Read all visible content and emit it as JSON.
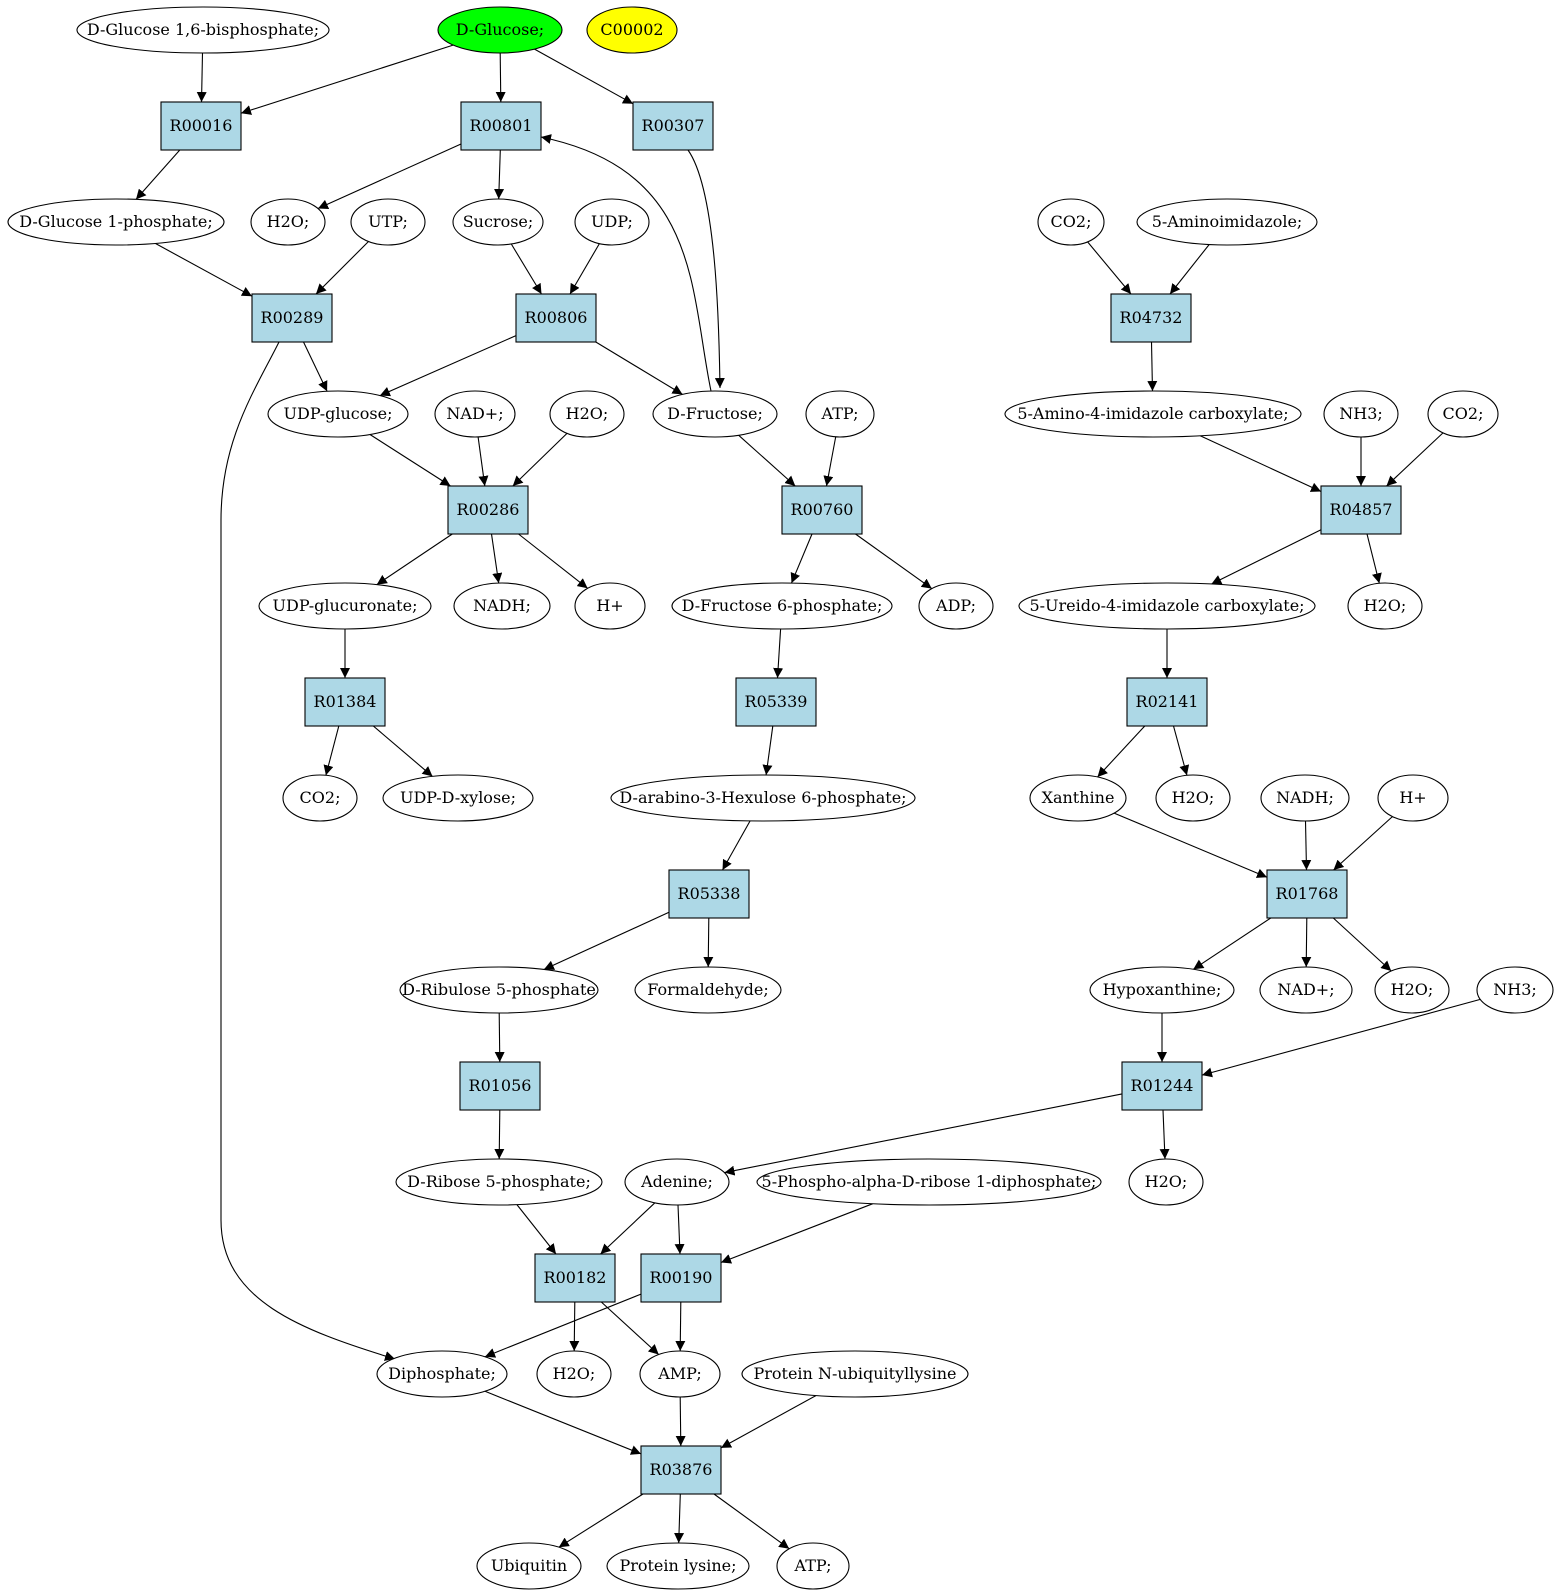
{
  "colors": {
    "reaction": "#add8e6",
    "compound": "#ffffff",
    "start": "#00ff00",
    "highlight": "#ffff00",
    "stroke": "#000000"
  },
  "nodes": {
    "c_g16bp": {
      "label": "D-Glucose 1,6-bisphosphate;",
      "kind": "compound"
    },
    "c_glucose": {
      "label": "D-Glucose;",
      "kind": "start"
    },
    "c_c00002": {
      "label": "C00002",
      "kind": "highlight"
    },
    "r00016": {
      "label": "R00016",
      "kind": "reaction"
    },
    "r00801": {
      "label": "R00801",
      "kind": "reaction"
    },
    "r00307": {
      "label": "R00307",
      "kind": "reaction"
    },
    "c_g1p": {
      "label": "D-Glucose 1-phosphate;",
      "kind": "compound"
    },
    "c_h2o_a": {
      "label": "H2O;",
      "kind": "compound"
    },
    "c_utp": {
      "label": "UTP;",
      "kind": "compound"
    },
    "c_sucrose": {
      "label": "Sucrose;",
      "kind": "compound"
    },
    "c_udp": {
      "label": "UDP;",
      "kind": "compound"
    },
    "c_co2_a": {
      "label": "CO2;",
      "kind": "compound"
    },
    "c_aminoimid": {
      "label": "5-Aminoimidazole;",
      "kind": "compound"
    },
    "r00289": {
      "label": "R00289",
      "kind": "reaction"
    },
    "r00806": {
      "label": "R00806",
      "kind": "reaction"
    },
    "r04732": {
      "label": "R04732",
      "kind": "reaction"
    },
    "c_udpglc": {
      "label": "UDP-glucose;",
      "kind": "compound"
    },
    "c_nadp_a": {
      "label": "NAD+;",
      "kind": "compound"
    },
    "c_h2o_b": {
      "label": "H2O;",
      "kind": "compound"
    },
    "c_fructose": {
      "label": "D-Fructose;",
      "kind": "compound"
    },
    "c_atp_a": {
      "label": "ATP;",
      "kind": "compound"
    },
    "c_aica": {
      "label": "5-Amino-4-imidazole carboxylate;",
      "kind": "compound"
    },
    "c_nh3_a": {
      "label": "NH3;",
      "kind": "compound"
    },
    "c_co2_b": {
      "label": "CO2;",
      "kind": "compound"
    },
    "r00286": {
      "label": "R00286",
      "kind": "reaction"
    },
    "r00760": {
      "label": "R00760",
      "kind": "reaction"
    },
    "r04857": {
      "label": "R04857",
      "kind": "reaction"
    },
    "c_udpglcur": {
      "label": "UDP-glucuronate;",
      "kind": "compound"
    },
    "c_nadh_a": {
      "label": "NADH;",
      "kind": "compound"
    },
    "c_hplus_a": {
      "label": "H+",
      "kind": "compound"
    },
    "c_f6p": {
      "label": "D-Fructose 6-phosphate;",
      "kind": "compound"
    },
    "c_adp": {
      "label": "ADP;",
      "kind": "compound"
    },
    "c_uica": {
      "label": "5-Ureido-4-imidazole carboxylate;",
      "kind": "compound"
    },
    "c_h2o_c": {
      "label": "H2O;",
      "kind": "compound"
    },
    "r01384": {
      "label": "R01384",
      "kind": "reaction"
    },
    "r05339": {
      "label": "R05339",
      "kind": "reaction"
    },
    "r02141": {
      "label": "R02141",
      "kind": "reaction"
    },
    "c_co2_c": {
      "label": "CO2;",
      "kind": "compound"
    },
    "c_udpxyl": {
      "label": "UDP-D-xylose;",
      "kind": "compound"
    },
    "c_ah6p": {
      "label": "D-arabino-3-Hexulose 6-phosphate;",
      "kind": "compound"
    },
    "c_xanthine": {
      "label": "Xanthine",
      "kind": "compound"
    },
    "c_h2o_d": {
      "label": "H2O;",
      "kind": "compound"
    },
    "c_nadh_b": {
      "label": "NADH;",
      "kind": "compound"
    },
    "c_hplus_b": {
      "label": "H+",
      "kind": "compound"
    },
    "r05338": {
      "label": "R05338",
      "kind": "reaction"
    },
    "r01768": {
      "label": "R01768",
      "kind": "reaction"
    },
    "c_ru5p": {
      "label": "D-Ribulose 5-phosphate",
      "kind": "compound"
    },
    "c_formald": {
      "label": "Formaldehyde;",
      "kind": "compound"
    },
    "c_hypox": {
      "label": "Hypoxanthine;",
      "kind": "compound"
    },
    "c_nadp_b": {
      "label": "NAD+;",
      "kind": "compound"
    },
    "c_h2o_e": {
      "label": "H2O;",
      "kind": "compound"
    },
    "c_nh3_b": {
      "label": "NH3;",
      "kind": "compound"
    },
    "r01056": {
      "label": "R01056",
      "kind": "reaction"
    },
    "r01244": {
      "label": "R01244",
      "kind": "reaction"
    },
    "c_r5p": {
      "label": "D-Ribose 5-phosphate;",
      "kind": "compound"
    },
    "c_adenine": {
      "label": "Adenine;",
      "kind": "compound"
    },
    "c_prpp": {
      "label": "5-Phospho-alpha-D-ribose 1-diphosphate;",
      "kind": "compound"
    },
    "c_h2o_f": {
      "label": "H2O;",
      "kind": "compound"
    },
    "r00182": {
      "label": "R00182",
      "kind": "reaction"
    },
    "r00190": {
      "label": "R00190",
      "kind": "reaction"
    },
    "c_diphos": {
      "label": "Diphosphate;",
      "kind": "compound"
    },
    "c_h2o_g": {
      "label": "H2O;",
      "kind": "compound"
    },
    "c_amp": {
      "label": "AMP;",
      "kind": "compound"
    },
    "c_protub": {
      "label": "Protein N-ubiquityllysine",
      "kind": "compound"
    },
    "r03876": {
      "label": "R03876",
      "kind": "reaction"
    },
    "c_ubiquitin": {
      "label": "Ubiquitin",
      "kind": "compound"
    },
    "c_protlys": {
      "label": "Protein lysine;",
      "kind": "compound"
    },
    "c_atp_b": {
      "label": "ATP;",
      "kind": "compound"
    }
  },
  "edges": [
    [
      "c_g16bp",
      "r00016"
    ],
    [
      "c_glucose",
      "r00016"
    ],
    [
      "c_glucose",
      "r00801"
    ],
    [
      "c_glucose",
      "r00307"
    ],
    [
      "r00016",
      "c_g1p"
    ],
    [
      "r00801",
      "c_h2o_a"
    ],
    [
      "r00801",
      "c_sucrose"
    ],
    [
      "c_g1p",
      "r00289"
    ],
    [
      "c_utp",
      "r00289"
    ],
    [
      "c_sucrose",
      "r00806"
    ],
    [
      "c_udp",
      "r00806"
    ],
    [
      "c_co2_a",
      "r04732"
    ],
    [
      "c_aminoimid",
      "r04732"
    ],
    [
      "r00289",
      "c_udpglc"
    ],
    [
      "r00806",
      "c_udpglc"
    ],
    [
      "r00806",
      "c_fructose"
    ],
    [
      "r00307",
      "c_fructose"
    ],
    [
      "c_fructose",
      "r00801"
    ],
    [
      "r04732",
      "c_aica"
    ],
    [
      "r00289",
      "c_diphos"
    ],
    [
      "c_udpglc",
      "r00286"
    ],
    [
      "c_nadp_a",
      "r00286"
    ],
    [
      "c_h2o_b",
      "r00286"
    ],
    [
      "c_fructose",
      "r00760"
    ],
    [
      "c_atp_a",
      "r00760"
    ],
    [
      "c_aica",
      "r04857"
    ],
    [
      "c_nh3_a",
      "r04857"
    ],
    [
      "c_co2_b",
      "r04857"
    ],
    [
      "r00286",
      "c_udpglcur"
    ],
    [
      "r00286",
      "c_nadh_a"
    ],
    [
      "r00286",
      "c_hplus_a"
    ],
    [
      "r00760",
      "c_f6p"
    ],
    [
      "r00760",
      "c_adp"
    ],
    [
      "r04857",
      "c_uica"
    ],
    [
      "r04857",
      "c_h2o_c"
    ],
    [
      "c_udpglcur",
      "r01384"
    ],
    [
      "c_f6p",
      "r05339"
    ],
    [
      "c_uica",
      "r02141"
    ],
    [
      "r01384",
      "c_co2_c"
    ],
    [
      "r01384",
      "c_udpxyl"
    ],
    [
      "r05339",
      "c_ah6p"
    ],
    [
      "r02141",
      "c_xanthine"
    ],
    [
      "r02141",
      "c_h2o_d"
    ],
    [
      "c_ah6p",
      "r05338"
    ],
    [
      "c_xanthine",
      "r01768"
    ],
    [
      "c_nadh_b",
      "r01768"
    ],
    [
      "c_hplus_b",
      "r01768"
    ],
    [
      "r05338",
      "c_ru5p"
    ],
    [
      "r05338",
      "c_formald"
    ],
    [
      "r01768",
      "c_hypox"
    ],
    [
      "r01768",
      "c_nadp_b"
    ],
    [
      "r01768",
      "c_h2o_e"
    ],
    [
      "c_ru5p",
      "r01056"
    ],
    [
      "c_hypox",
      "r01244"
    ],
    [
      "c_nh3_b",
      "r01244"
    ],
    [
      "r01056",
      "c_r5p"
    ],
    [
      "r01244",
      "c_adenine"
    ],
    [
      "r01244",
      "c_h2o_f"
    ],
    [
      "c_r5p",
      "r00182"
    ],
    [
      "c_adenine",
      "r00182"
    ],
    [
      "c_adenine",
      "r00190"
    ],
    [
      "c_prpp",
      "r00190"
    ],
    [
      "r00182",
      "c_h2o_g"
    ],
    [
      "r00182",
      "c_amp"
    ],
    [
      "r00190",
      "c_amp"
    ],
    [
      "r00190",
      "c_diphos"
    ],
    [
      "c_diphos",
      "r03876"
    ],
    [
      "c_amp",
      "r03876"
    ],
    [
      "c_protub",
      "r03876"
    ],
    [
      "r03876",
      "c_ubiquitin"
    ],
    [
      "r03876",
      "c_protlys"
    ],
    [
      "r03876",
      "c_atp_b"
    ]
  ]
}
